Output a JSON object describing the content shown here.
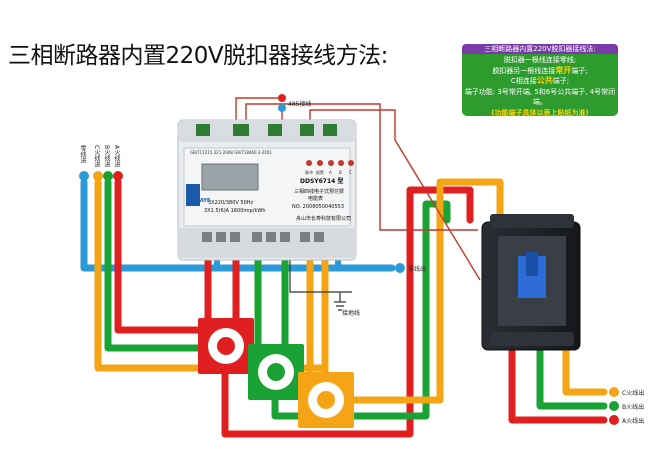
{
  "title": "三相断路器内置220V脱扣器接线方法:",
  "note": {
    "header": "三相断路器内置220V脱扣器接线法:",
    "line1": "脱扣器一根线连接零线;",
    "line2_prefix": "脱扣器另一根线连接",
    "line2_highlight": "常开",
    "line2_suffix": "端子;",
    "line3_prefix": "C相连接",
    "line3_highlight": "公共",
    "line3_suffix": "端子;",
    "line4": "端子功能: 3号常开端, 5和6号公共端子, 4号常闭端。",
    "line5": "(功能端子具体以表上贴纸为准)"
  },
  "rs485_label": "485接线",
  "input_labels": [
    "零线进",
    "C火线进",
    "B火线进",
    "A火线进"
  ],
  "neutral_out_label": "零线出",
  "ground_label": "接地线",
  "meter": {
    "std_text": "GB/T17215.321-2008  GB/T18460.3-2001",
    "model": "DDSY6714 型",
    "desc1": "三相四线电子式预付费",
    "desc2": "电能表",
    "spec1": "3X220/380V   50Hz",
    "spec2": "3X1.5(6)A  1600imp/kWh",
    "no": "NO. 2008050040553",
    "brand": "SIOHAYE",
    "company": "舟山市长寿科技有限公司",
    "leds": [
      "脉冲",
      "报警",
      "A",
      "B",
      "C"
    ]
  },
  "output_labels": [
    "C火线出",
    "B火线出",
    "A火线出"
  ],
  "colors": {
    "red": "#e02020",
    "green": "#1aa334",
    "orange": "#f5a415",
    "blue": "#2a9ad8",
    "wire": "#c0392b"
  }
}
